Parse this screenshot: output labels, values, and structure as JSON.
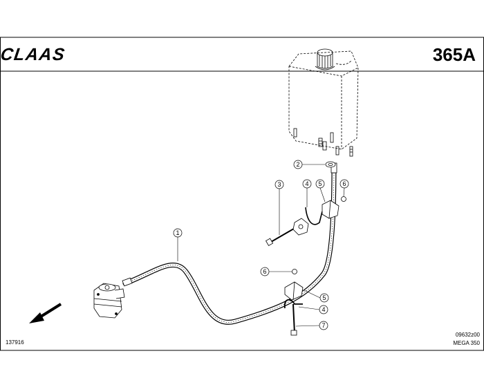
{
  "header": {
    "brand": "CLAAS",
    "page_code": "365A"
  },
  "footer": {
    "drawing_number": "137916",
    "revision_code": "09632z00",
    "model": "MEGA 350"
  },
  "callouts": [
    {
      "id": "c1",
      "label": "1"
    },
    {
      "id": "c2",
      "label": "2"
    },
    {
      "id": "c3",
      "label": "3"
    },
    {
      "id": "c4a",
      "label": "4"
    },
    {
      "id": "c5a",
      "label": "5"
    },
    {
      "id": "c6a",
      "label": "6"
    },
    {
      "id": "c6b",
      "label": "6"
    },
    {
      "id": "c5b",
      "label": "5"
    },
    {
      "id": "c4b",
      "label": "4"
    },
    {
      "id": "c7",
      "label": "7"
    }
  ],
  "colors": {
    "ink": "#000000",
    "paper": "#ffffff"
  }
}
